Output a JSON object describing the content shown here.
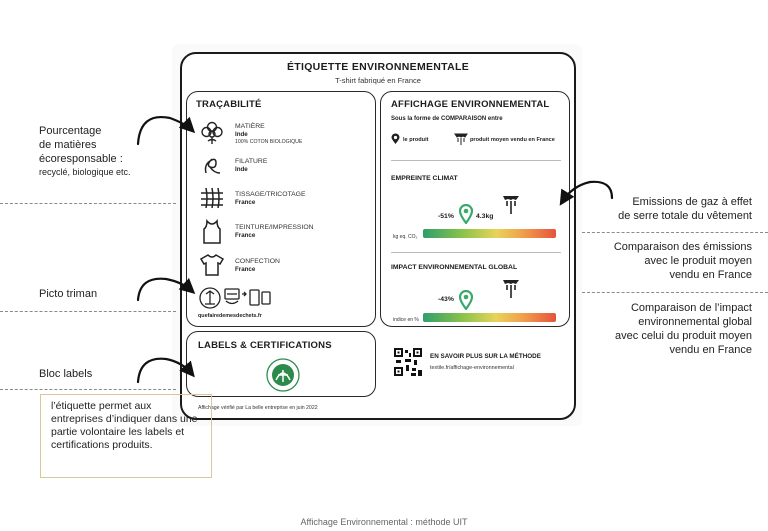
{
  "label": {
    "title": "ÉTIQUETTE ENVIRONNEMENTALE",
    "subtitle": "T-shirt fabriqué en France"
  },
  "tracabilite": {
    "title": "TRAÇABILITÉ",
    "steps": [
      {
        "name": "MATIÈRE",
        "value": "Inde",
        "extra": "100% COTON BIOLOGIQUE",
        "icon": "cotton-flower-icon"
      },
      {
        "name": "FILATURE",
        "value": "Inde",
        "icon": "yarn-icon"
      },
      {
        "name": "TISSAGE/TRICOTAGE",
        "value": "France",
        "icon": "weaving-grid-icon"
      },
      {
        "name": "TEINTURE/IMPRESSION",
        "value": "France",
        "icon": "tank-top-icon"
      },
      {
        "name": "CONFECTION",
        "value": "France",
        "icon": "tshirt-icon"
      }
    ],
    "triman_url": "quefairedemesdechets.fr"
  },
  "affichage": {
    "title": "AFFICHAGE ENVIRONNEMENTAL",
    "intro": "Sous la forme de COMPARAISON entre",
    "legend_product": "le produit",
    "legend_average": "produit moyen vendu en France",
    "climat": {
      "title": "EMPREINTE CLIMAT",
      "percent": "-51%",
      "value": "4.3kg",
      "unit": "kg eq. CO₂",
      "marker_fraction": 0.46,
      "average_fraction": 0.76
    },
    "impact": {
      "title": "IMPACT ENVIRONNEMENTAL GLOBAL",
      "percent": "-43%",
      "unit": "indice en %",
      "marker_fraction": 0.46,
      "average_fraction": 0.76
    }
  },
  "labels_block": {
    "title": "LABELS & CERTIFICATIONS",
    "certification_icon": "gots-organic-logo"
  },
  "methode": {
    "title": "EN SAVOIR PLUS SUR LA MÉTHODE",
    "url": "textile.fr/affichage-environnemental"
  },
  "verified": "Affichage vérifié par La belle entreprise en juin 2022",
  "annotations": {
    "pourcentage": [
      "Pourcentage",
      "de matières",
      "écoresponsable :"
    ],
    "pourcentage_sub": "recyclé, biologique etc.",
    "triman": "Picto triman",
    "bloc_labels": "Bloc labels",
    "bloc_labels_desc": "l’étiquette permet aux entreprises d’indiquer dans une partie volontaire les labels et certifications produits.",
    "emissions": [
      "Emissions de gaz à effet",
      "de serre totale du vêtement"
    ],
    "comparaison_emissions": [
      "Comparaison des émissions",
      "avec le produit moyen",
      "vendu en France"
    ],
    "comparaison_impact": [
      "Comparaison de l’impact",
      "environnemental global",
      "avec celui du produit moyen",
      "vendu en France"
    ]
  },
  "footer": "Affichage Environnemental : méthode UIT",
  "colors": {
    "accent_green": "#3aa86b",
    "gradient": [
      "#2f9e6b",
      "#8bc34a",
      "#e8d35a",
      "#f0a04b",
      "#e5533d"
    ]
  }
}
